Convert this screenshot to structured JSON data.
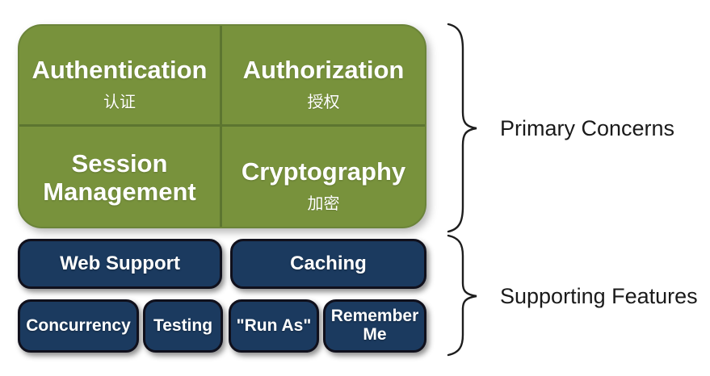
{
  "primary": {
    "label": "Primary Concerns",
    "cells": [
      {
        "title": "Authentication",
        "subtitle": "认证"
      },
      {
        "title": "Authorization",
        "subtitle": "授权"
      },
      {
        "title": "Session Management",
        "subtitle": ""
      },
      {
        "title": "Cryptography",
        "subtitle": "加密"
      }
    ]
  },
  "supporting": {
    "label": "Supporting Features",
    "pills": [
      {
        "title": "Web Support"
      },
      {
        "title": "Caching"
      },
      {
        "title": "Concurrency"
      },
      {
        "title": "Testing"
      },
      {
        "title": "\"Run As\""
      },
      {
        "title": "Remember Me"
      }
    ]
  },
  "colors": {
    "primary_green": "#78923C",
    "divider_green": "#5C7530",
    "navy_blue": "#1B3A5F",
    "pill_border": "#10101C",
    "box_text": "#FFFFFF",
    "label_text": "#1A1A1A"
  }
}
